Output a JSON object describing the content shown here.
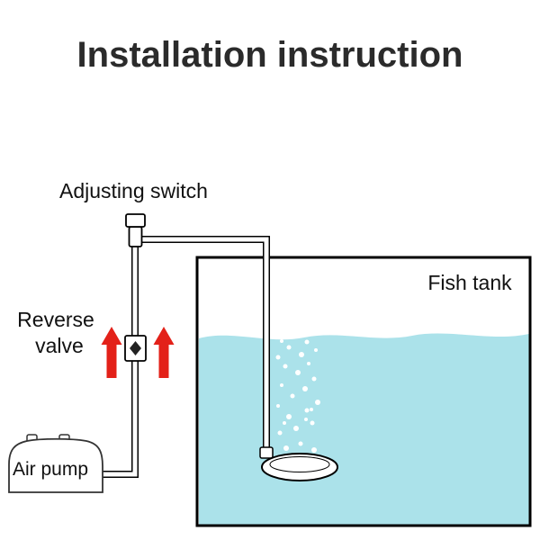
{
  "title": "Installation instruction",
  "labels": {
    "adjusting_switch": "Adjusting switch",
    "reverse_line1": "Reverse",
    "reverse_line2": "valve",
    "air_pump": "Air pump",
    "fish_tank": "Fish tank"
  },
  "colors": {
    "water": "#abe2ea",
    "arrow": "#e32119",
    "outline": "#000000",
    "title": "#2b2b2b"
  },
  "diagram": {
    "bubbles": [
      [
        318,
        498,
        3
      ],
      [
        334,
        493,
        2.5
      ],
      [
        349,
        500,
        3
      ],
      [
        327,
        505,
        2
      ],
      [
        311,
        481,
        2.5
      ],
      [
        329,
        476,
        3
      ],
      [
        347,
        470,
        2.5
      ],
      [
        316,
        470,
        2
      ],
      [
        321,
        463,
        3
      ],
      [
        341,
        456,
        2.5
      ],
      [
        346,
        455,
        2
      ],
      [
        309,
        451,
        2
      ],
      [
        353,
        447,
        3
      ],
      [
        325,
        440,
        2.5
      ],
      [
        339,
        432,
        3
      ],
      [
        340,
        466,
        2
      ],
      [
        313,
        428,
        2
      ],
      [
        349,
        421,
        2.5
      ],
      [
        331,
        414,
        3
      ],
      [
        317,
        407,
        2.5
      ],
      [
        343,
        404,
        2
      ],
      [
        309,
        397,
        2.5
      ],
      [
        335,
        394,
        3
      ],
      [
        351,
        389,
        2
      ],
      [
        321,
        386,
        2.5
      ],
      [
        341,
        380,
        2.5
      ],
      [
        313,
        379,
        2
      ],
      [
        331,
        373,
        2.5
      ]
    ]
  }
}
